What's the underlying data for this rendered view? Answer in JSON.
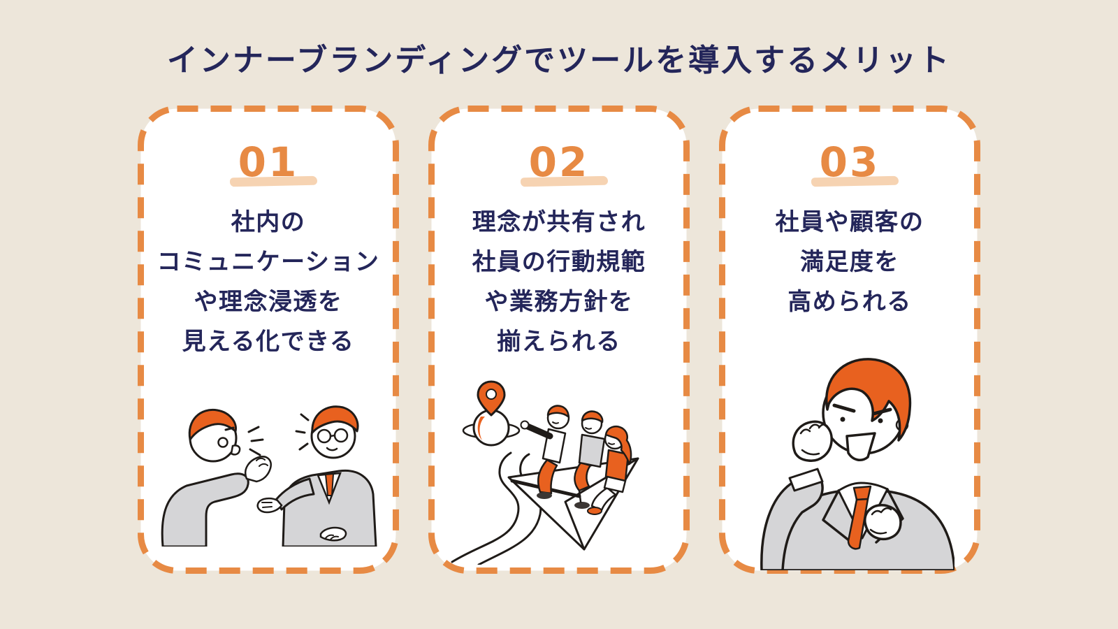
{
  "page": {
    "title": "インナーブランディングでツールを導入するメリット",
    "background_color": "#EDE6DA",
    "accent_orange": "#E78A44",
    "highlight_peach": "#F4CBA5",
    "text_navy": "#24265A",
    "illustration_orange": "#E8611F",
    "illustration_gray": "#D5D5D7"
  },
  "cards": [
    {
      "number": "01",
      "lines": [
        "社内の",
        "コミュニケーション",
        "や理念浸透を",
        "見える化できる"
      ],
      "illustration": "two-businesspeople-talking"
    },
    {
      "number": "02",
      "lines": [
        "理念が共有され",
        "社員の行動規範",
        "や業務方針を",
        "揃えられる"
      ],
      "illustration": "team-riding-paper-airplane-toward-location-pin"
    },
    {
      "number": "03",
      "lines": [
        "社員や顧客の",
        "満足度を",
        "高められる"
      ],
      "illustration": "motivated-businessman-clenching-fists"
    }
  ]
}
